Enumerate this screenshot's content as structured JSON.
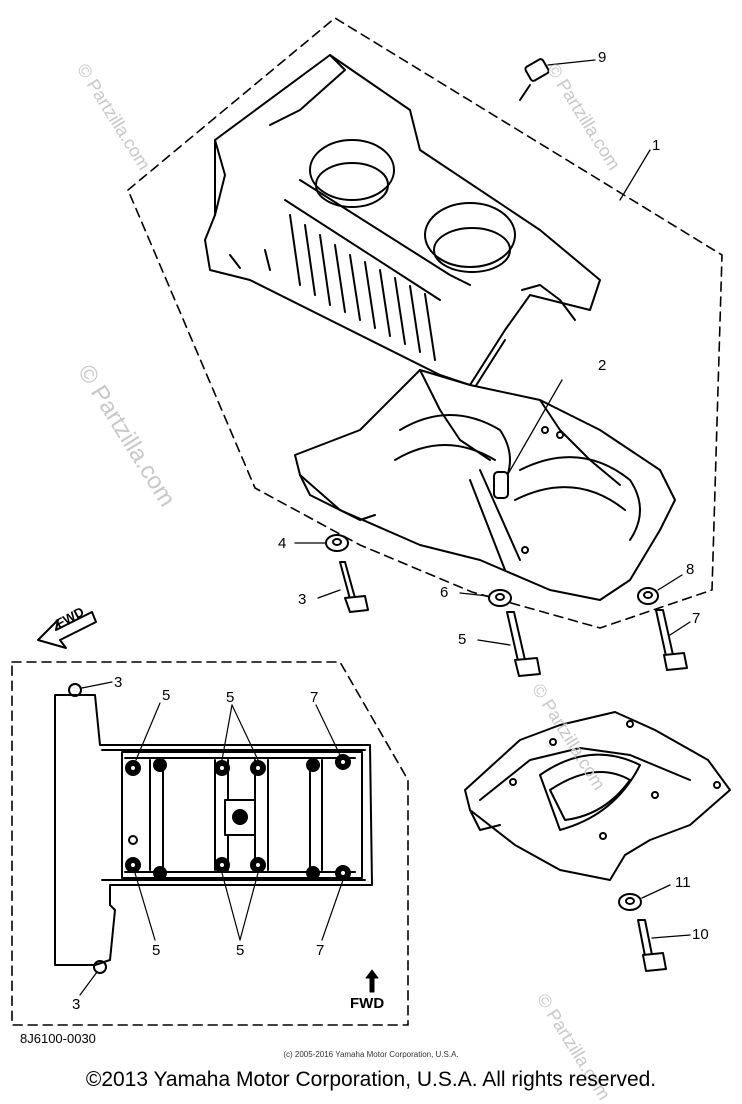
{
  "watermarks": [
    "© Partzilla.com",
    "© Partzilla.com",
    "© Partzilla.com",
    "© Partzilla.com",
    "© Partzilla.com"
  ],
  "callouts": {
    "c1": "1",
    "c2": "2",
    "c3": "3",
    "c4": "4",
    "c5": "5",
    "c6": "6",
    "c7": "7",
    "c8": "8",
    "c9": "9",
    "c10": "10",
    "c11": "11"
  },
  "inset_callouts": {
    "top_3": "3",
    "top_5a": "5",
    "top_5b": "5",
    "top_7": "7",
    "bottom_5a": "5",
    "bottom_5b": "5",
    "bottom_7": "7",
    "bottom_3": "3"
  },
  "fwd_label_main": "FWD",
  "fwd_label_inset": "FWD",
  "diagram_code": "8J6100-0030",
  "small_copyright": "(c) 2005-2016 Yamaha Motor Corporation, U.S.A.",
  "footer_copyright": "©2013 Yamaha Motor Corporation, U.S.A. All rights reserved."
}
